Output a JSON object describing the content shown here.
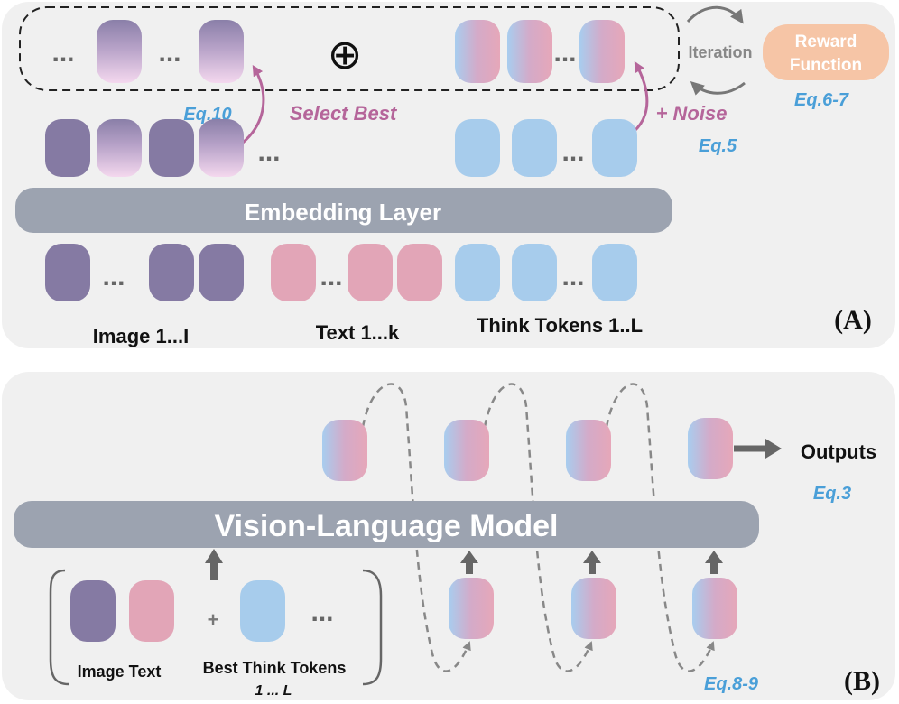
{
  "panel_a": {
    "tag": "(A)",
    "embedding_layer": "Embedding Layer",
    "select_best": "Select Best",
    "noise": "+ Noise",
    "iteration": "Iteration",
    "reward_function_line1": "Reward",
    "reward_function_line2": "Function",
    "eq_select": "Eq.10",
    "eq_noise": "Eq.5",
    "eq_reward": "Eq.6-7",
    "image_label": "Image 1...I",
    "text_label": "Text 1...k",
    "think_label": "Think Tokens 1..L",
    "ellipsis": "...",
    "oplus": "⊕"
  },
  "panel_b": {
    "tag": "(B)",
    "vlm": "Vision-Language Model",
    "outputs": "Outputs",
    "eq_outputs": "Eq.3",
    "eq_loop": "Eq.8-9",
    "image_text": "Image Text",
    "best_think_line1": "Best Think Tokens",
    "best_think_line2": "1 ... L",
    "plus": "+",
    "ellipsis": "..."
  },
  "colors": {
    "panel_bg": "#f0f0f0",
    "purple_token": "#857aa3",
    "pink_token": "#e2a5b7",
    "blue_token": "#a7ccec",
    "layer_bar": "#9ca3b0",
    "reward_box": "#f6c5a6",
    "eq_blue": "#4a9fd8",
    "accent_pink": "#b5659a"
  }
}
